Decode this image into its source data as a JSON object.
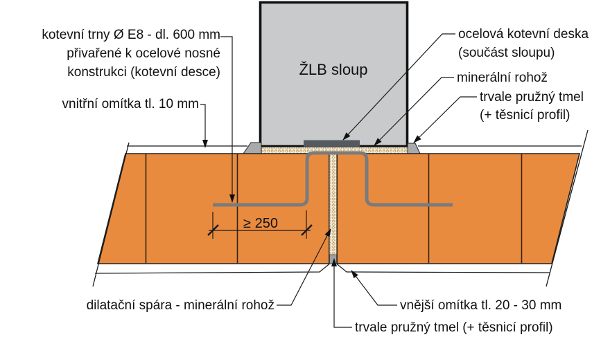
{
  "diagram": {
    "type": "construction-detail",
    "description_language": "cs",
    "labels": {
      "anchor_pins": [
        "kotevní trny Ø E8 - dl. 600 mm",
        "přivařené k ocelové nosné",
        "konstrukci (kotevní desce)"
      ],
      "inner_plaster": "vnitřní omítka tl. 10 mm",
      "column": "ŽLB sloup",
      "anchor_plate": [
        "ocelová kotevní deska",
        "(součást sloupu)"
      ],
      "mineral_mat": "minerální rohož",
      "flexible_sealant": [
        "trvale pružný tmel",
        "(+ těsnicí profil)"
      ],
      "dimension_min_embed": "≥ 250",
      "expansion_joint": "dilatační spára - minerální rohož",
      "outer_plaster": "vnější omítka tl. 20 - 30 mm",
      "flexible_sealant_bottom": "trvale pružný tmel (+ těsnicí profil)"
    },
    "colors": {
      "wall_masonry": "#E98B3F",
      "column_concrete": "#C9CACC",
      "anchor_plate": "#555A60",
      "anchor_rod": "#7B7B7B",
      "sealant_gray": "#A8AAAC",
      "sealant_plug": "#9AA0A4",
      "mat_background": "#F6EFDA",
      "mat_dot_stroke": "#B08B52",
      "line": "#1A1A1A"
    }
  }
}
